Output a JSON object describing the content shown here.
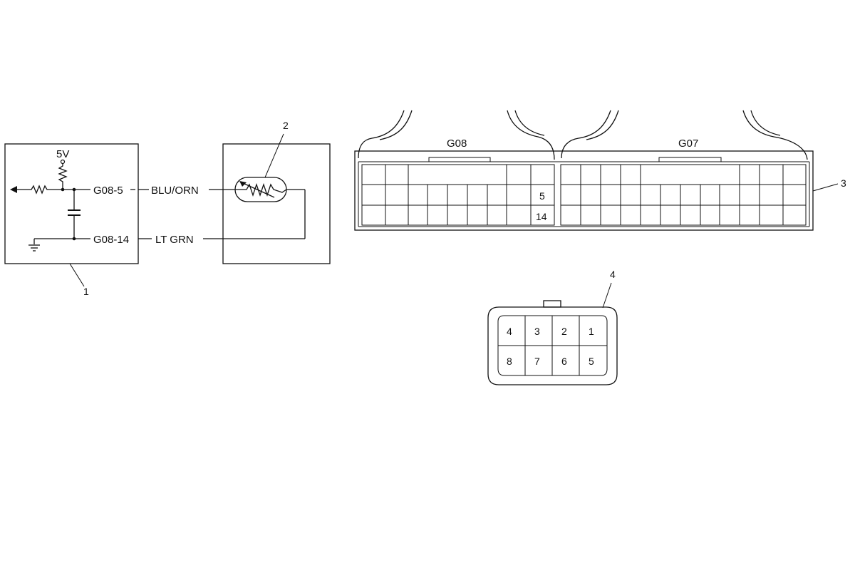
{
  "ecm": {
    "supply_label": "5V",
    "terminal_signal": "G08-5",
    "terminal_ground": "G08-14",
    "callout": "1"
  },
  "wires": {
    "signal_color": "BLU/ORN",
    "ground_color": "LT GRN"
  },
  "sensor": {
    "callout": "2"
  },
  "ecm_connector": {
    "callout": "3",
    "left_label": "G08",
    "right_label": "G07",
    "pin_signal": "5",
    "pin_ground": "14"
  },
  "sensor_connector": {
    "callout": "4",
    "top_row": [
      "4",
      "3",
      "2",
      "1"
    ],
    "bottom_row": [
      "8",
      "7",
      "6",
      "5"
    ]
  }
}
